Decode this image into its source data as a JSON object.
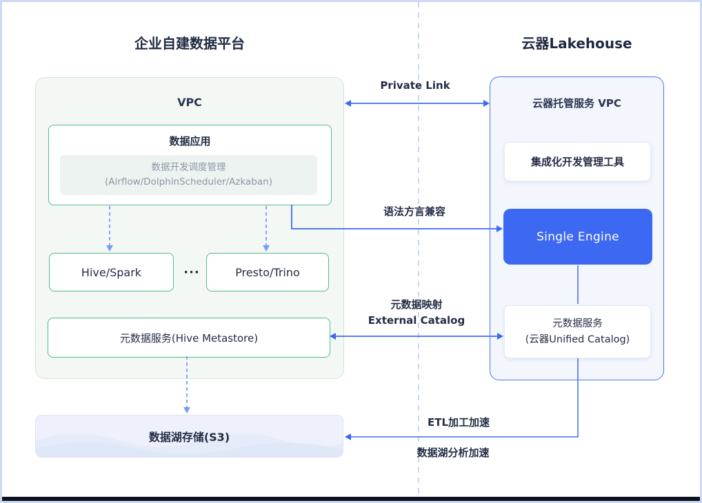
{
  "titles": {
    "left": "企业自建数据平台",
    "right": "云器Lakehouse"
  },
  "left_platform": {
    "vpc_label": "VPC",
    "data_app": {
      "title": "数据应用",
      "scheduler_line1": "数据开发调度管理",
      "scheduler_line2": "(Airflow/DolphinScheduler/Azkaban)"
    },
    "hive": "Hive/Spark",
    "ellipsis": "···",
    "presto": "Presto/Trino",
    "metastore": "元数据服务(Hive Metastore)",
    "storage": "数据湖存储(S3)"
  },
  "right_platform": {
    "vpc_label": "云器托管服务 VPC",
    "ide_tool": "集成化开发管理工具",
    "engine": "Single Engine",
    "catalog_line1": "元数据服务",
    "catalog_line2": "(云器Unified Catalog)"
  },
  "connectors": {
    "private_link": "Private Link",
    "syntax_compat": "语法方言兼容",
    "metadata_mapping_line1": "元数据映射",
    "metadata_mapping_line2": "External Catalog",
    "etl_acceleration": "ETL加工加速",
    "lake_analysis_acceleration": "数据湖分析加速"
  },
  "colors": {
    "accent_blue": "#3b6af2",
    "dashed_light_blue": "#7e99f6",
    "separator_blue": "#c9d8ee",
    "green_border": "#4db893",
    "engine_fill": "#3d68f2",
    "dark_text": "#232d45"
  }
}
